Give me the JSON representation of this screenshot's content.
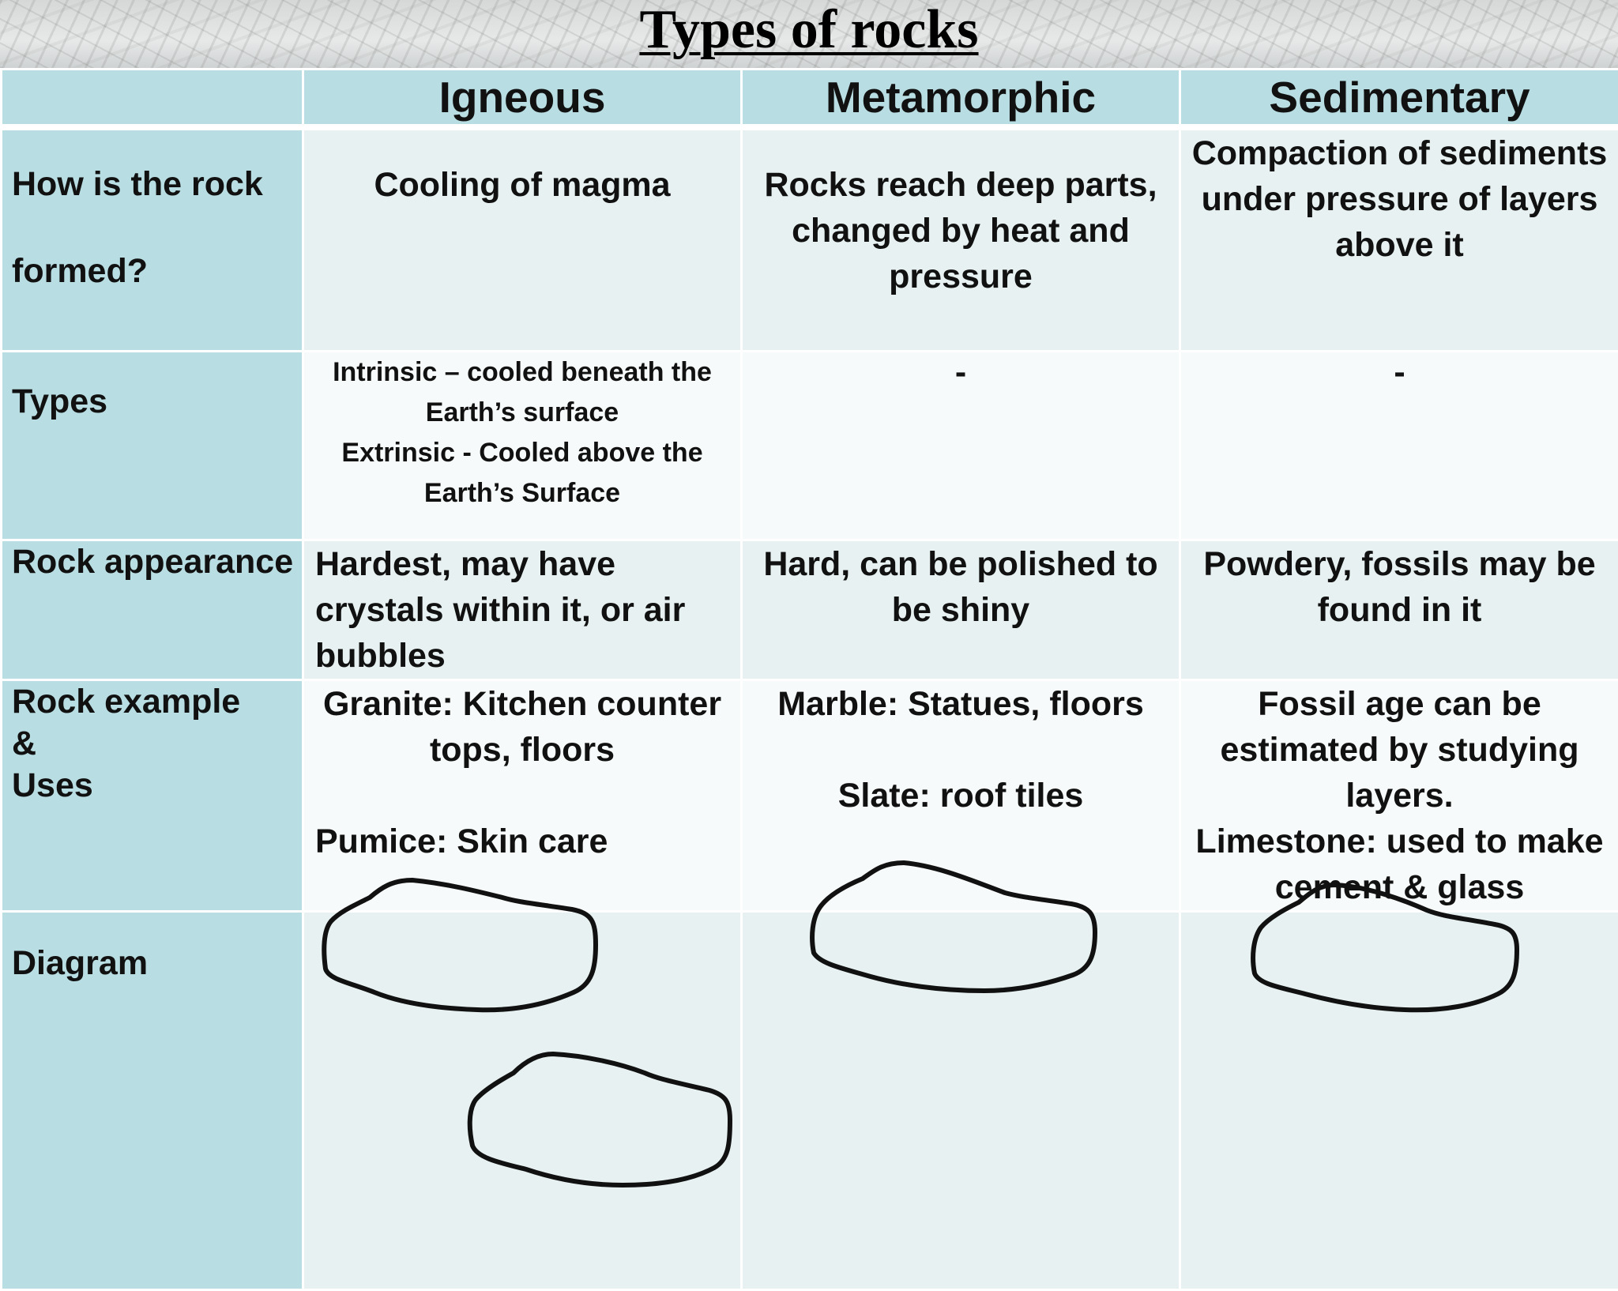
{
  "title": "Types of rocks",
  "columns": [
    "",
    "Igneous",
    "Metamorphic",
    "Sedimentary"
  ],
  "rows": {
    "formed": {
      "label_line1": "How is the rock",
      "label_line2": "formed?",
      "igneous": "Cooling of magma",
      "metamorphic": "Rocks reach deep parts, changed by heat and pressure",
      "sedimentary": "Compaction of sediments under pressure of layers above it"
    },
    "types": {
      "label": "Types",
      "igneous_1": "Intrinsic – cooled beneath the Earth’s surface",
      "igneous_2": "Extrinsic -  Cooled above the Earth’s Surface",
      "metamorphic": "-",
      "sedimentary": "-"
    },
    "appearance": {
      "label": "Rock appearance",
      "igneous": "Hardest, may have crystals within it, or air bubbles",
      "metamorphic": "Hard, can be polished to be shiny",
      "sedimentary": "Powdery, fossils may be found in it"
    },
    "examples": {
      "label_line1": "Rock example",
      "label_line2": "&",
      "label_line3": "Uses",
      "igneous_1": "Granite: Kitchen counter tops, floors",
      "igneous_2": "Pumice: Skin care",
      "metamorphic_1": "Marble: Statues, floors",
      "metamorphic_2": "Slate: roof tiles",
      "sedimentary_1": "Fossil age can be estimated by studying layers.",
      "sedimentary_2": "Limestone: used to make cement & glass"
    },
    "diagram": {
      "label": "Diagram"
    }
  },
  "colors": {
    "header_bg": "#b8dde2",
    "cell_light": "#e7f1f1",
    "cell_lighter": "#f7fafa",
    "grid": "#ffffff"
  }
}
